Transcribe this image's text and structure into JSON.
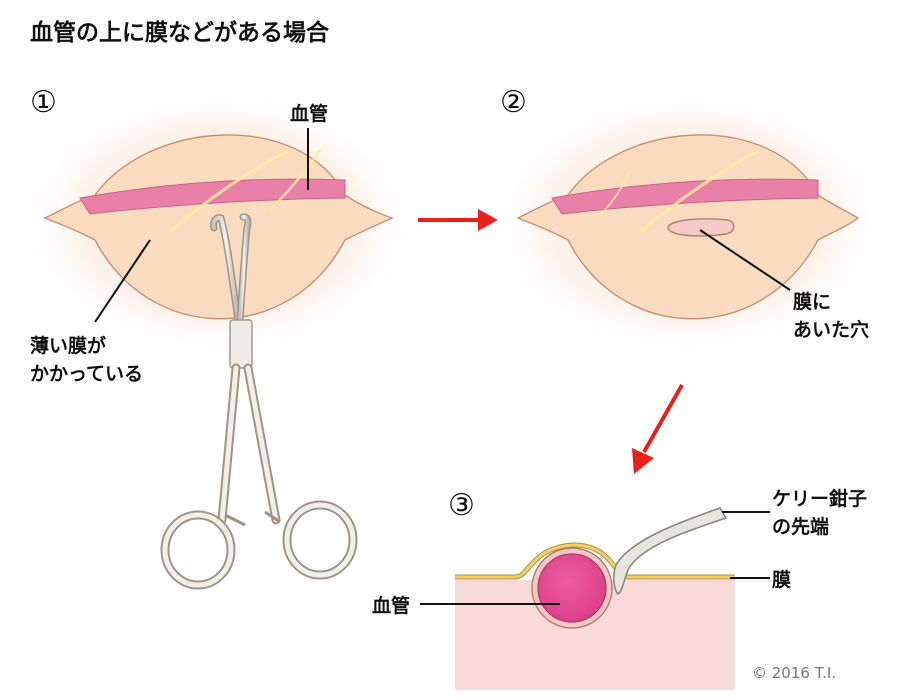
{
  "title": "血管の上に膜などがある場合",
  "steps": {
    "one": "①",
    "two": "②",
    "three": "③"
  },
  "labels": {
    "vessel_1": "血管",
    "thin_membrane_line1": "薄い膜が",
    "thin_membrane_line2": "かかっている",
    "hole_line1": "膜に",
    "hole_line2": "あいた穴",
    "kelly_line1": "ケリー鉗子",
    "kelly_line2": "の先端",
    "membrane": "膜",
    "vessel_3": "血管"
  },
  "copyright": "© 2016 T.I.",
  "colors": {
    "tissue_fill": "#f9dcc0",
    "tissue_outline": "#c98f72",
    "vessel": "#e880a8",
    "vessel_dark": "#e0408e",
    "membrane_yellow": "#f0d060",
    "arrow_red": "#e8201c",
    "section_bg": "#f8dad8"
  }
}
